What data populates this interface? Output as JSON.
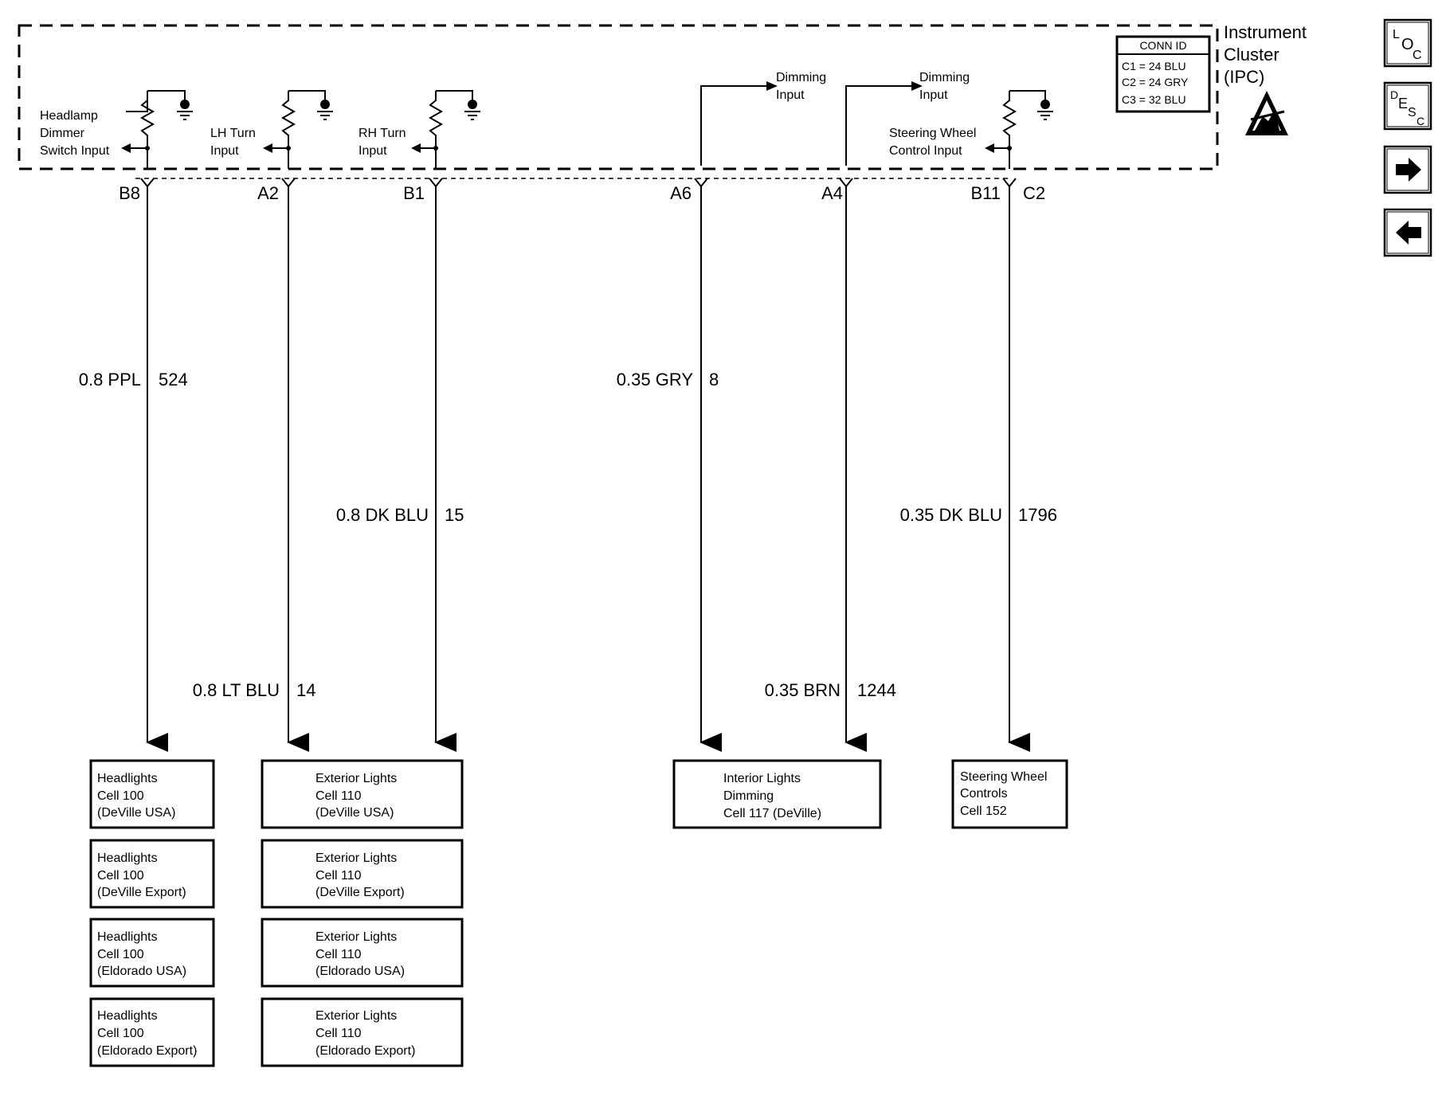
{
  "module": {
    "title_lines": [
      "Instrument",
      "Cluster",
      "(IPC)"
    ]
  },
  "conn_id": {
    "title": "CONN ID",
    "lines": [
      "C1 = 24 BLU",
      "C2 = 24 GRY",
      "C3 = 32 BLU"
    ]
  },
  "circuits": [
    {
      "input_lines": [
        "Headlamp",
        "Dimmer",
        "Switch Input"
      ],
      "pin": "B8",
      "wire": "0.8 PPL",
      "circuit_no": "524",
      "dest_boxes": [
        [
          "Headlights",
          "Cell 100",
          "(DeVille USA)"
        ],
        [
          "Headlights",
          "Cell 100",
          "(DeVille Export)"
        ],
        [
          "Headlights",
          "Cell 100",
          "(Eldorado USA)"
        ],
        [
          "Headlights",
          "Cell 100",
          "(Eldorado Export)"
        ]
      ]
    },
    {
      "input_lines": [
        "LH Turn",
        "Input"
      ],
      "pin": "A2",
      "wire": "0.8 LT BLU",
      "circuit_no": "14",
      "dest_boxes": [
        [
          "Exterior Lights",
          "Cell 110",
          "(DeVille USA)"
        ],
        [
          "Exterior Lights",
          "Cell 110",
          "(DeVille Export)"
        ],
        [
          "Exterior Lights",
          "Cell 110",
          "(Eldorado USA)"
        ],
        [
          "Exterior Lights",
          "Cell 110",
          "(Eldorado Export)"
        ]
      ]
    },
    {
      "input_lines": [
        "RH Turn",
        "Input"
      ],
      "pin": "B1",
      "wire": "0.8 DK BLU",
      "circuit_no": "15"
    },
    {
      "input_lines": [
        "Dimming",
        "Input"
      ],
      "pin": "A6",
      "wire": "0.35 GRY",
      "circuit_no": "8"
    },
    {
      "input_lines": [
        "Dimming",
        "Input"
      ],
      "pin": "A4",
      "wire": "0.35 BRN",
      "circuit_no": "1244",
      "dest_boxes": [
        [
          "Interior Lights",
          "Dimming",
          "Cell 117 (DeVille)"
        ]
      ]
    },
    {
      "input_lines": [
        "Steering Wheel",
        "Control Input"
      ],
      "pin": "B11",
      "connector": "C2",
      "wire": "0.35 DK BLU",
      "circuit_no": "1796",
      "dest_boxes": [
        [
          "Steering Wheel",
          "Controls",
          "Cell 152"
        ]
      ]
    }
  ],
  "nav": {
    "loc": {
      "main": "L",
      "sub": "O",
      "sub2": "C"
    },
    "desc": {
      "main": "D",
      "sub": "E",
      "sub2": "S",
      "sub3": "C"
    },
    "next_icon": "arrow-right-icon",
    "prev_icon": "arrow-left-icon"
  }
}
